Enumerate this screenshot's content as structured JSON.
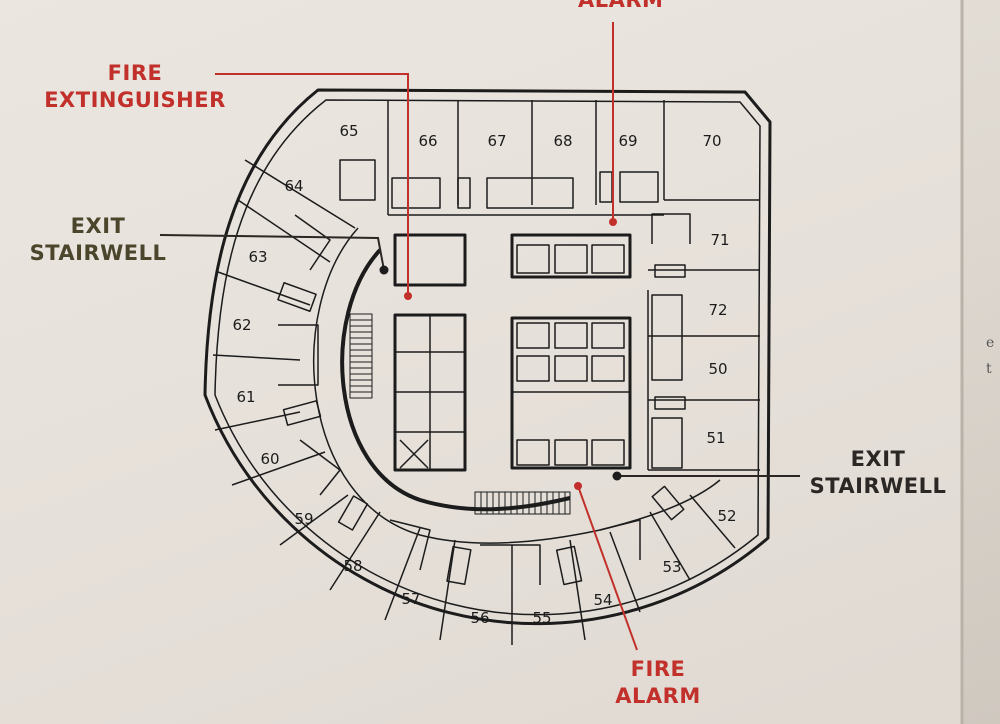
{
  "callouts": {
    "alarm_top": {
      "line2": "ALARM"
    },
    "fire_extinguisher": {
      "line1": "FIRE",
      "line2": "EXTINGUISHER"
    },
    "exit_stairwell_left": {
      "line1": "EXIT",
      "line2": "STAIRWELL"
    },
    "exit_stairwell_right": {
      "line1": "EXIT",
      "line2": "STAIRWELL"
    },
    "fire_alarm_bottom": {
      "line1": "FIRE",
      "line2": "ALARM"
    }
  },
  "rooms": [
    "50",
    "51",
    "52",
    "53",
    "54",
    "55",
    "56",
    "57",
    "58",
    "59",
    "60",
    "61",
    "62",
    "63",
    "64",
    "65",
    "66",
    "67",
    "68",
    "69",
    "70",
    "71",
    "72"
  ],
  "edge_text": [
    "e",
    "t"
  ],
  "colors": {
    "alarm_red": "#c2302b",
    "exit_olive": "#4a452b",
    "ink": "#1c1c1c"
  }
}
